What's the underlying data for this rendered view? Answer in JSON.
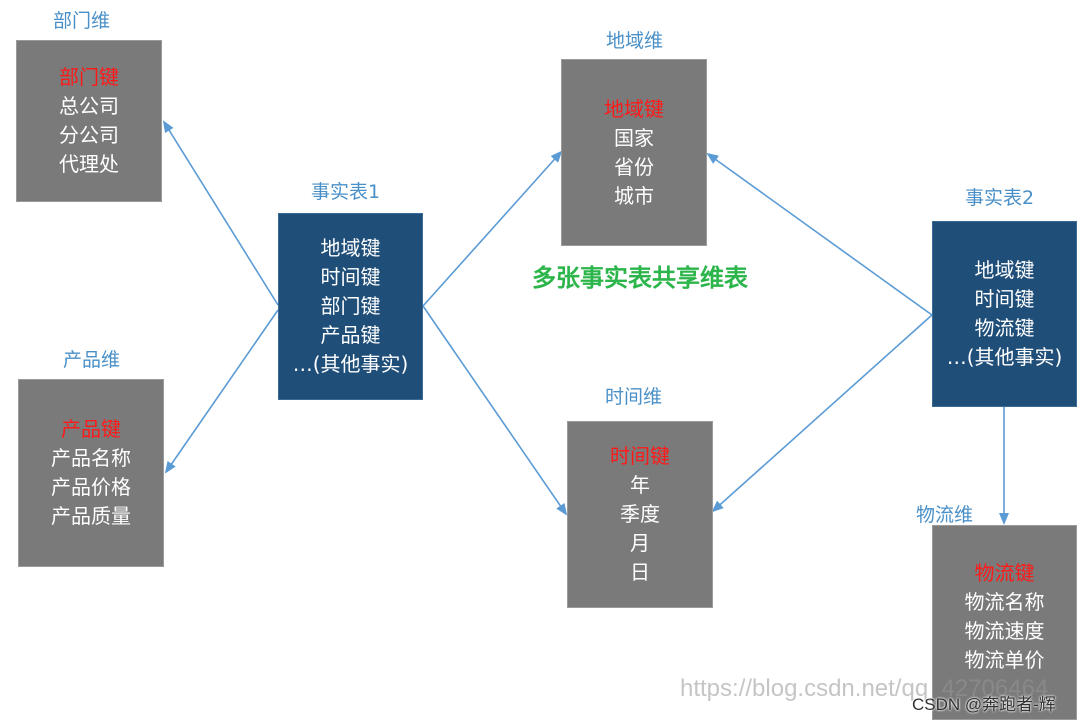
{
  "center_title": "多张事实表共享维表",
  "dept_dim": {
    "label": "部门维",
    "key": "部门键",
    "fields": [
      "总公司",
      "分公司",
      "代理处"
    ]
  },
  "product_dim": {
    "label": "产品维",
    "key": "产品键",
    "fields": [
      "产品名称",
      "产品价格",
      "产品质量"
    ]
  },
  "fact1": {
    "label": "事实表1",
    "fields": [
      "地域键",
      "时间键",
      "部门键",
      "产品键",
      "…(其他事实)"
    ]
  },
  "region_dim": {
    "label": "地域维",
    "key": "地域键",
    "fields": [
      "国家",
      "省份",
      "城市"
    ]
  },
  "time_dim": {
    "label": "时间维",
    "key": "时间键",
    "fields": [
      "年",
      "季度",
      "月",
      "日"
    ]
  },
  "fact2": {
    "label": "事实表2",
    "fields": [
      "地域键",
      "时间键",
      "物流键",
      "…(其他事实)"
    ]
  },
  "logistics_dim": {
    "label": "物流维",
    "key": "物流键",
    "fields": [
      "物流名称",
      "物流速度",
      "物流单价"
    ]
  },
  "watermark": "https://blog.csdn.net/qq_42706464",
  "credit": "CSDN @奔跑者-辉",
  "colors": {
    "dim_box": "#7a7a7a",
    "fact_box": "#1f4e79",
    "key_text": "#ff1a1a",
    "label": "#4a90c8",
    "arrow": "#5b9bd5",
    "title": "#2bb54a"
  }
}
